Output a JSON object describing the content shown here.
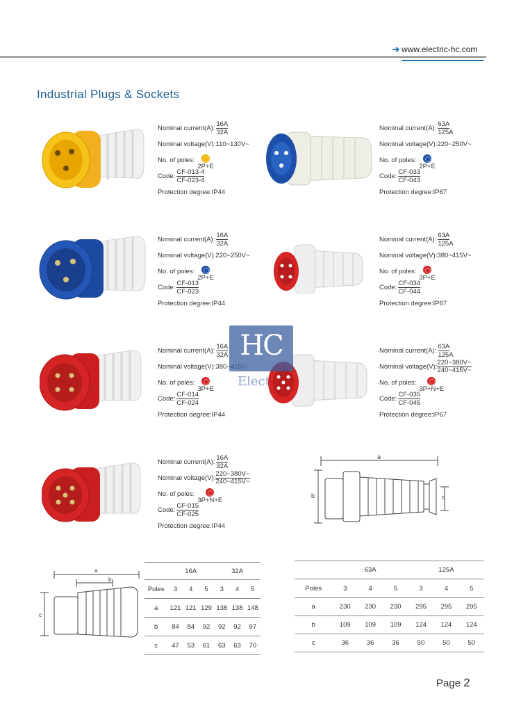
{
  "header": {
    "website": "www.electric-hc.com"
  },
  "title": "Industrial Plugs & Sockets",
  "labels": {
    "current": "Nominal current(A):",
    "voltage": "Nominal voltage(V):",
    "poles": "No. of poles:",
    "code": "Code:",
    "protection_prefix": "Protection degree:"
  },
  "products": [
    {
      "current": [
        "16A",
        "32A"
      ],
      "voltage": [
        "110~130V~"
      ],
      "poles": "2P+E",
      "pole_color": "#f4b400",
      "code": [
        "CF-013-4",
        "CF-023-4"
      ],
      "protection": "IP44"
    },
    {
      "current": [
        "63A",
        "125A"
      ],
      "voltage": [
        "220~250V~"
      ],
      "poles": "2P+E",
      "pole_color": "#1e4fa8",
      "code": [
        "CF-033",
        "CF-043"
      ],
      "protection": "IP67"
    },
    {
      "current": [
        "16A",
        "32A"
      ],
      "voltage": [
        "220~250V~"
      ],
      "poles": "2P+E",
      "pole_color": "#1e4fa8",
      "code": [
        "CF-013",
        "CF-023"
      ],
      "protection": "IP44"
    },
    {
      "current": [
        "63A",
        "125A"
      ],
      "voltage": [
        "380~415V~"
      ],
      "poles": "3P+E",
      "pole_color": "#d42424",
      "code": [
        "CF-034",
        "CF-044"
      ],
      "protection": "IP67"
    },
    {
      "current": [
        "16A",
        "32A"
      ],
      "voltage": [
        "380~415V~"
      ],
      "poles": "3P+E",
      "pole_color": "#d42424",
      "code": [
        "CF-014",
        "CF-024"
      ],
      "protection": "IP44"
    },
    {
      "current": [
        "63A",
        "125A"
      ],
      "voltage": [
        "220~380V~",
        "240~415V~"
      ],
      "poles": "3P+N+E",
      "pole_color": "#d42424",
      "code": [
        "CF-035",
        "CF-045"
      ],
      "protection": "IP67"
    },
    {
      "current": [
        "16A",
        "32A"
      ],
      "voltage": [
        "220~380V~",
        "240~415V~"
      ],
      "poles": "3P+N+E",
      "pole_color": "#d42424",
      "code": [
        "CF-015",
        "CF-025"
      ],
      "protection": "IP44"
    }
  ],
  "watermark": {
    "logo": "HC",
    "text": "Elect"
  },
  "diagram_small": {
    "a": "a",
    "b": "b",
    "c": "c"
  },
  "diagram_large": {
    "a": "a",
    "b": "b",
    "c": "c"
  },
  "table_small": {
    "groups": [
      "16A",
      "32A"
    ],
    "poles_label": "Poles",
    "poles": [
      "3",
      "4",
      "5",
      "3",
      "4",
      "5"
    ],
    "rows": [
      {
        "label": "a",
        "values": [
          "121",
          "121",
          "129",
          "138",
          "138",
          "148"
        ]
      },
      {
        "label": "b",
        "values": [
          "84",
          "84",
          "92",
          "92",
          "92",
          "97"
        ]
      },
      {
        "label": "c",
        "values": [
          "47",
          "53",
          "61",
          "63",
          "63",
          "70"
        ]
      }
    ]
  },
  "table_large": {
    "groups": [
      "63A",
      "125A"
    ],
    "poles_label": "Poles",
    "poles": [
      "3",
      "4",
      "5",
      "3",
      "4",
      "5"
    ],
    "rows": [
      {
        "label": "a",
        "values": [
          "230",
          "230",
          "230",
          "295",
          "295",
          "295"
        ]
      },
      {
        "label": "b",
        "values": [
          "109",
          "109",
          "109",
          "124",
          "124",
          "124"
        ]
      },
      {
        "label": "c",
        "values": [
          "36",
          "36",
          "36",
          "50",
          "50",
          "50"
        ]
      }
    ]
  },
  "footer": {
    "page_label": "Page",
    "page_number": "2"
  }
}
